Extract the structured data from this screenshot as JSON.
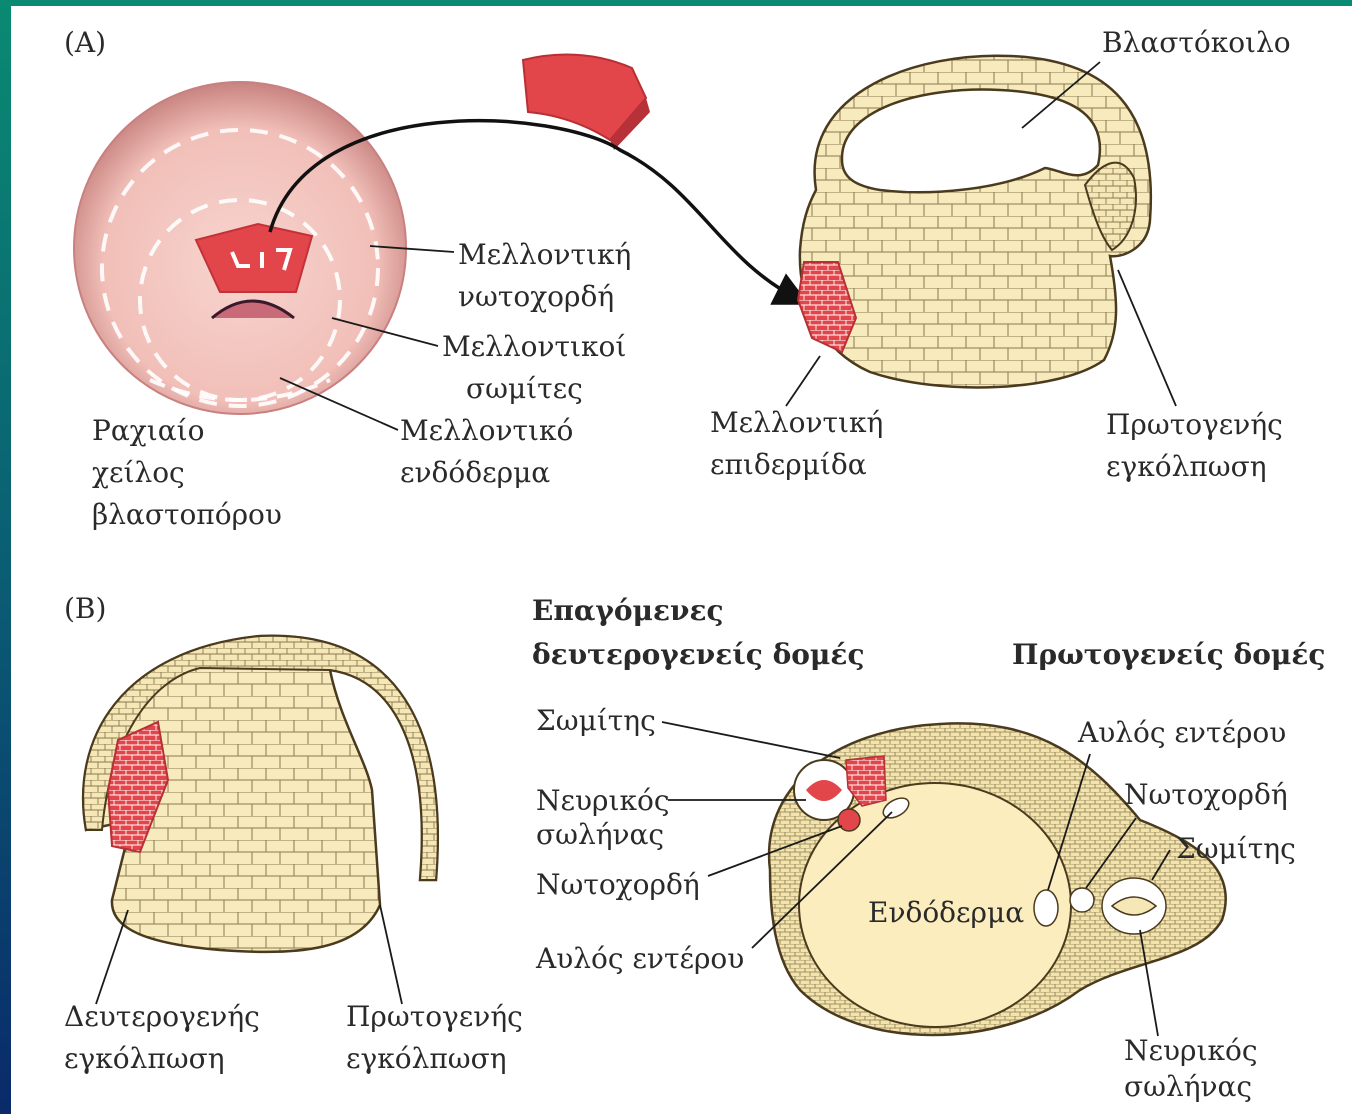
{
  "colors": {
    "tissue": "#f4e8b8",
    "tissue_cell": "#fbf1c8",
    "outline": "#5a4a2a",
    "graft": "#e2454a",
    "egg_pink": "#f3c3bd",
    "egg_rim": "#c87878",
    "background_teal": "#0a8a72"
  },
  "panel_a": {
    "tag": "(A)",
    "egg_labels": {
      "notochord": [
        "Μελλοντική",
        "νωτοχορδή"
      ],
      "somites": [
        "Μελλοντικοί",
        "σωμίτες"
      ],
      "endoderm": [
        "Μελλοντικό",
        "ενδόδερμα"
      ],
      "dorsal_lip": [
        "Ραχιαίο",
        "χείλος",
        "βλαστοπόρου"
      ]
    },
    "embryo_labels": {
      "blastocoel": "Βλαστόκοιλο",
      "epidermis": [
        "Μελλοντική",
        "επιδερμίδα"
      ],
      "primary_invagination": [
        "Πρωτογενής",
        "εγκόλπωση"
      ]
    }
  },
  "panel_b": {
    "tag": "(B)",
    "gastrula_labels": {
      "secondary_invagination": [
        "Δευτερογενής",
        "εγκόλπωση"
      ],
      "primary_invagination": [
        "Πρωτογενής",
        "εγκόλπωση"
      ]
    },
    "section_headers": {
      "induced": [
        "Επαγόμενες",
        "δευτερογενείς δομές"
      ],
      "primary": "Πρωτογενείς δομές"
    },
    "induced_labels": {
      "somite": "Σωμίτης",
      "neural_tube": [
        "Νευρικός",
        "σωλήνας"
      ],
      "notochord": "Νωτοχορδή",
      "gut": "Αυλός εντέρου"
    },
    "primary_labels": {
      "gut": "Αυλός εντέρου",
      "notochord": "Νωτοχορδή",
      "somite": "Σωμίτης",
      "endoderm": "Ενδόδερμα",
      "neural_tube": [
        "Νευρικός",
        "σωλήνας"
      ]
    }
  }
}
